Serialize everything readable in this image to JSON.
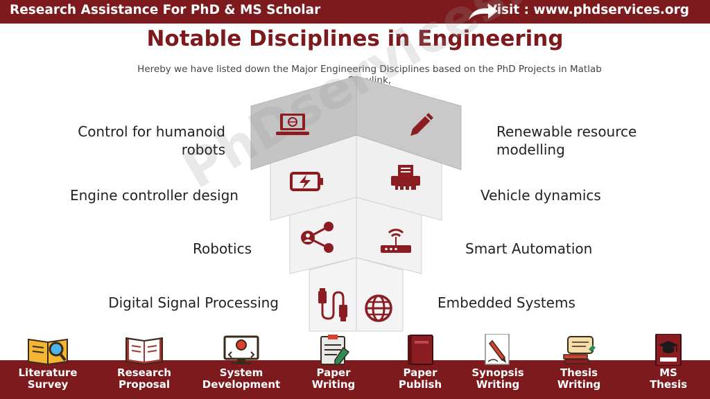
{
  "header": {
    "left_text": "Research Assistance For PhD & MS Scholar",
    "right_text": "Visit : www.phdservices.org"
  },
  "title": "Notable Disciplines in Engineering",
  "subtitle": "Hereby we have listed down the Major Engineering Disciplines based on the PhD Projects in Matlab Simulink,",
  "watermark": "PhDservices.org",
  "disciplines": {
    "left": [
      {
        "label": "Control for humanoid robots",
        "icon": "laptop-globe-icon"
      },
      {
        "label": "Engine controller design",
        "icon": "battery-charging-icon"
      },
      {
        "label": "Robotics",
        "icon": "share-network-icon"
      },
      {
        "label": "Digital Signal Processing",
        "icon": "usb-cable-icon"
      }
    ],
    "right": [
      {
        "label": "Renewable resource modelling",
        "icon": "pencil-icon"
      },
      {
        "label": "Vehicle dynamics",
        "icon": "printer-document-icon"
      },
      {
        "label": "Smart Automation",
        "icon": "wifi-router-icon"
      },
      {
        "label": "Embedded Systems",
        "icon": "globe-icon"
      }
    ]
  },
  "footer": {
    "items": [
      {
        "label_1": "Literature",
        "label_2": "Survey",
        "icon": "magnifier-book-icon"
      },
      {
        "label_1": "Research",
        "label_2": "Proposal",
        "icon": "open-book-icon"
      },
      {
        "label_1": "System",
        "label_2": "Development",
        "icon": "code-monitor-icon"
      },
      {
        "label_1": "Paper",
        "label_2": "Writing",
        "icon": "clipboard-icon"
      },
      {
        "label_1": "Paper",
        "label_2": "Publish",
        "icon": "closed-book-icon"
      },
      {
        "label_1": "Synopsis",
        "label_2": "Writing",
        "icon": "pen-paper-icon"
      },
      {
        "label_1": "Thesis",
        "label_2": "Writing",
        "icon": "scroll-books-icon"
      },
      {
        "label_1": "MS",
        "label_2": "Thesis",
        "icon": "graduation-book-icon"
      }
    ]
  },
  "colors": {
    "brand": "#7d1a1d",
    "cube_top": "#c2c2c2",
    "cube_face": "#f2f2f2"
  }
}
